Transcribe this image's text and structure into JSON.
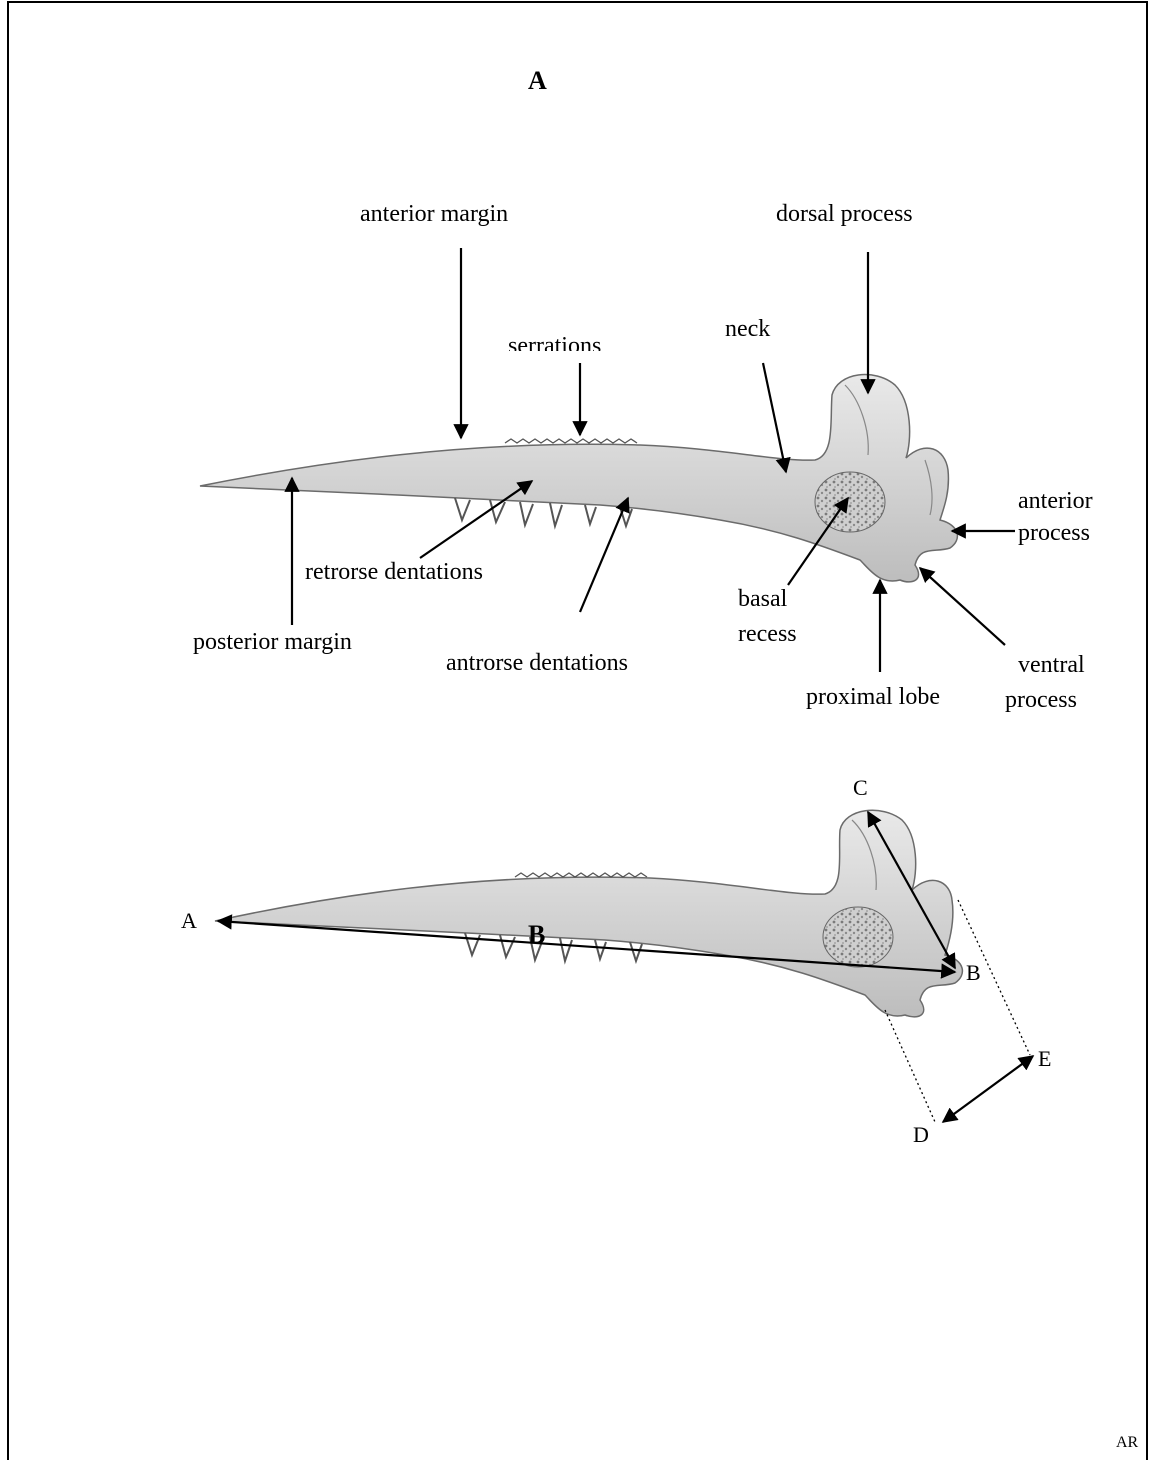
{
  "panels": {
    "a": "A",
    "b": "B"
  },
  "labels": {
    "anterior_margin": "anterior margin",
    "dorsal_process": "dorsal process",
    "serrations": "serrations",
    "neck": "neck",
    "anterior_process_1": "anterior",
    "anterior_process_2": "process",
    "retrorse_dentations": "retrorse dentations",
    "basal_recess_1": "basal",
    "basal_recess_2": "recess",
    "posterior_margin": "posterior margin",
    "antrorse_dentations": "antrorse dentations",
    "proximal_lobe": "proximal lobe",
    "ventral_process_1": "ventral",
    "ventral_process_2": "process"
  },
  "points": {
    "a": "A",
    "b": "B",
    "c": "C",
    "d": "D",
    "e": "E"
  },
  "signature": "AR"
}
